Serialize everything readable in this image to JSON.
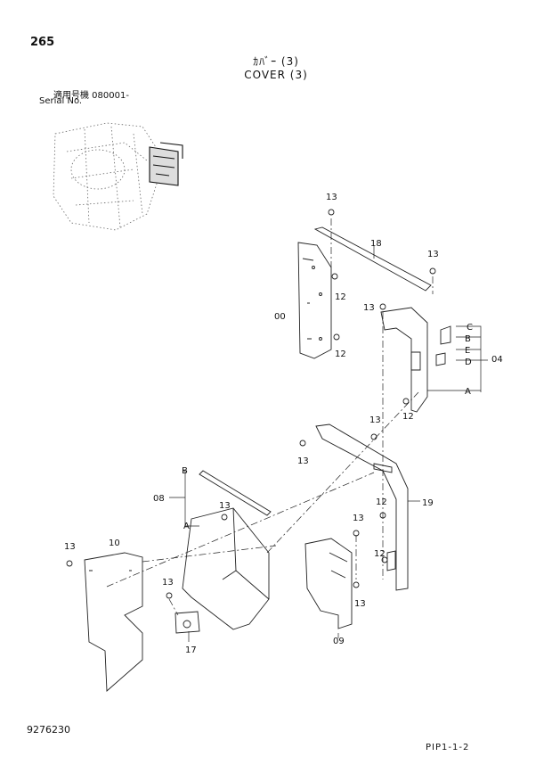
{
  "header": {
    "page_number": "265",
    "title_jp": "ｶﾊﾞｰ (3)",
    "title_en": "COVER (3)",
    "serial_label_jp": "適用号機 080001-",
    "serial_label_en": "Serial No."
  },
  "callouts": {
    "c13a": "13",
    "c18": "18",
    "c13b": "13",
    "c12a": "12",
    "c00": "00",
    "c13c": "13",
    "c12b": "12",
    "cC": "C",
    "cB": "B",
    "cE": "E",
    "cD": "D",
    "c04": "04",
    "cA": "A",
    "c12c": "12",
    "c13d": "13",
    "c13e": "13",
    "cB2": "B",
    "c08": "08",
    "cA2": "A",
    "c13f": "13",
    "c12d": "12",
    "c19": "19",
    "c13g": "13",
    "c10": "10",
    "c13h": "13",
    "c12e": "12",
    "c13i": "13",
    "c13j": "13",
    "c17": "17",
    "c09": "09"
  },
  "footer": {
    "drawing_code": "9276230",
    "page_ref": "PIP1-1-2"
  }
}
